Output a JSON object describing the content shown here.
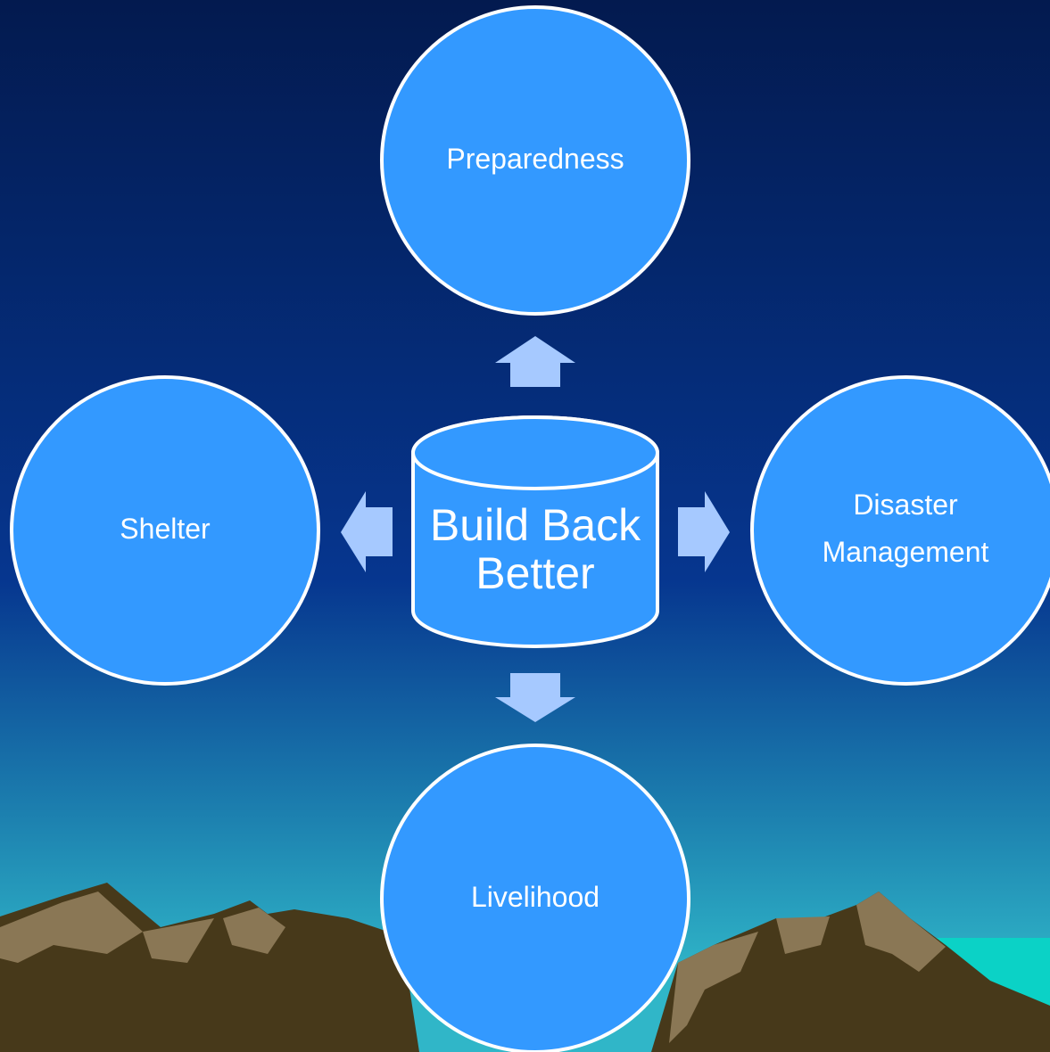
{
  "colors": {
    "sky_top": "#031a4f",
    "sky_mid": "#06368f",
    "sky_low": "#1d82b0",
    "sky_horizon": "#30b6c8",
    "sea": "#0bd2c6",
    "mountain_dark": "#47391a",
    "mountain_light": "#8a7755",
    "node_fill": "#3399ff",
    "node_stroke": "#ffffff",
    "arrow_fill": "#a6c9ff"
  },
  "diagram": {
    "center": {
      "label": "Build Back Better"
    },
    "nodes": {
      "top": {
        "label": "Preparedness"
      },
      "left": {
        "label": "Shelter"
      },
      "right": {
        "label_line1": "Disaster",
        "label_line2": "Management"
      },
      "bottom": {
        "label": "Livelihood"
      }
    },
    "arrows": [
      "up-arrow",
      "left-arrow",
      "right-arrow",
      "down-arrow"
    ]
  }
}
